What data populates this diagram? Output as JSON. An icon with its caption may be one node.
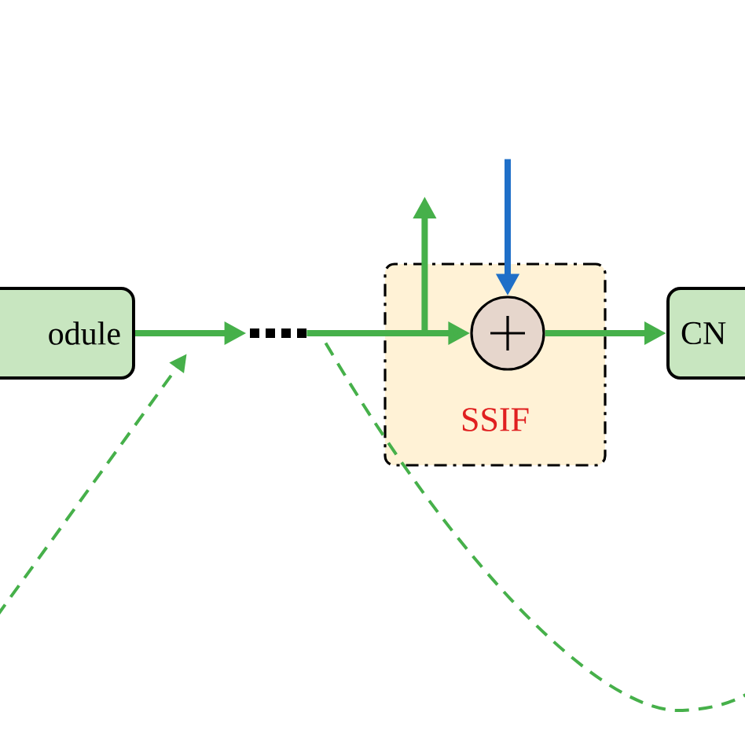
{
  "diagram": {
    "nodes": [
      {
        "text": [
          "odule"
        ]
      },
      {
        "text": [],
        "shape": "dots"
      },
      {
        "text": [
          "SSIF"
        ]
      },
      {
        "text": [],
        "shape": "circle",
        "in": 2
      },
      {
        "text": [
          "CN"
        ]
      }
    ],
    "edges": [
      {
        "from": 0,
        "to": 1,
        "arrow": "to"
      },
      {
        "from": 1,
        "to": 3,
        "arrow": "to"
      },
      {
        "from": 1,
        "to": null,
        "arrow": "to"
      },
      {
        "from": null,
        "to": 3,
        "arrow": "to",
        "color": "#1f6fc8"
      },
      {
        "from": 3,
        "to": 4,
        "arrow": "to"
      },
      {
        "from": null,
        "to": 1,
        "arrow": "to",
        "style": "dashed"
      },
      {
        "from": 1,
        "to": null,
        "arrow": "none",
        "style": "dashed"
      }
    ]
  }
}
